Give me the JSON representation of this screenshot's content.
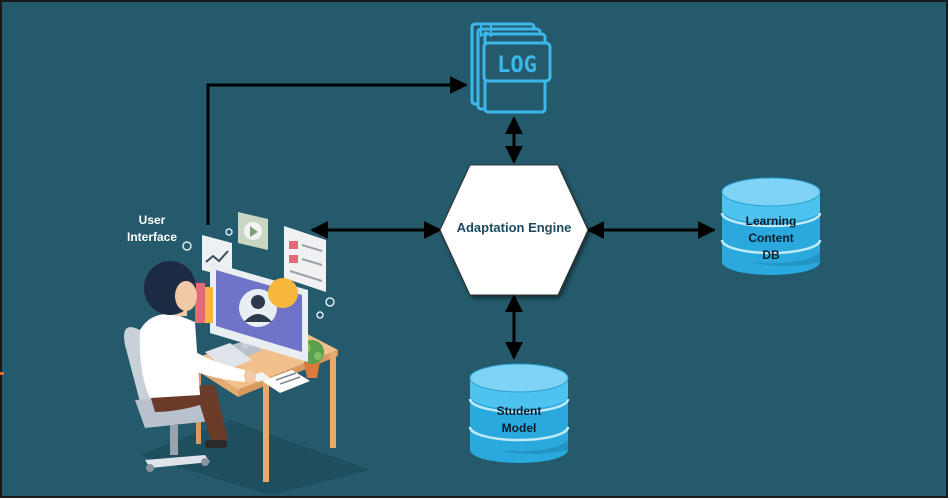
{
  "diagram": {
    "log_label": "LOG",
    "engine_label": "Adaptation Engine",
    "user_interface_label": [
      "User",
      "Interface"
    ],
    "learning_db_label": [
      "Learning",
      "Content",
      "DB"
    ],
    "student_model_label": [
      "Student",
      "Model"
    ]
  },
  "colors": {
    "background": "#245a6b",
    "log_stroke": "#3db7ea",
    "db_fill": "#29a9dd",
    "db_light": "#7fd3f5",
    "arrow": "#000000",
    "engine_fill": "#ffffff"
  },
  "icons": [
    "log-icon",
    "monitor-icon",
    "person-icon",
    "plant-icon",
    "chart-card-icon",
    "play-card-icon",
    "document-card-icon",
    "avatar-icon"
  ]
}
